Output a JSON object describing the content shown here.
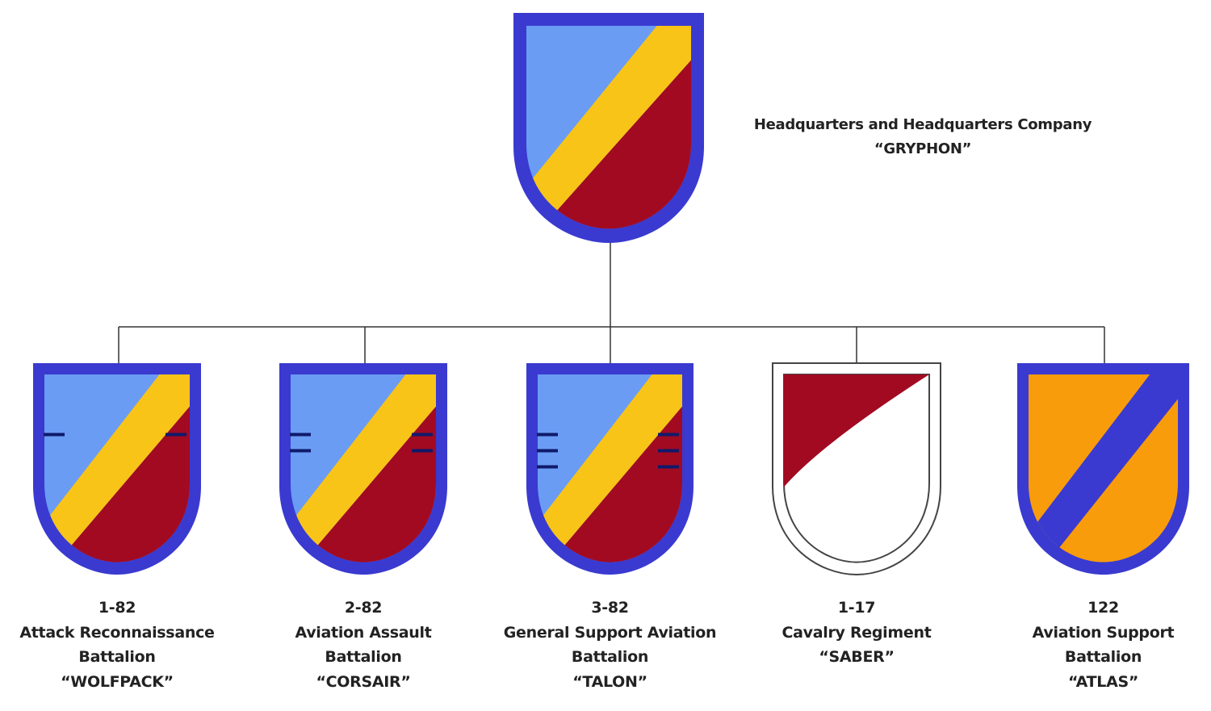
{
  "colors": {
    "border_blue": "#3a3ad0",
    "light_blue": "#6a9cf4",
    "gold": "#f8c418",
    "maroon": "#a20a22",
    "navy": "#101a6a",
    "white": "#ffffff",
    "orange": "#f99c0c",
    "connector": "#333333"
  },
  "headquarters": {
    "title": "Headquarters and Headquarters Company",
    "nickname": "“GRYPHON”",
    "style": "stripe"
  },
  "units": [
    {
      "designation": "1-82",
      "name_lines": [
        "Attack Reconnaissance",
        "Battalion"
      ],
      "nickname": "“WOLFPACK”",
      "style": "stripe",
      "hash_marks": 1
    },
    {
      "designation": "2-82",
      "name_lines": [
        "Aviation Assault",
        "Battalion"
      ],
      "nickname": "“CORSAIR”",
      "style": "stripe",
      "hash_marks": 2
    },
    {
      "designation": "3-82",
      "name_lines": [
        "General Support Aviation",
        "Battalion"
      ],
      "nickname": "“TALON”",
      "style": "stripe",
      "hash_marks": 3
    },
    {
      "designation": "1-17",
      "name_lines": [
        "Cavalry Regiment"
      ],
      "nickname": "“SABER”",
      "style": "cavalry",
      "hash_marks": 0
    },
    {
      "designation": "122",
      "name_lines": [
        "Aviation Support",
        "Battalion"
      ],
      "nickname": "“ATLAS”",
      "style": "support",
      "hash_marks": 0
    }
  ]
}
